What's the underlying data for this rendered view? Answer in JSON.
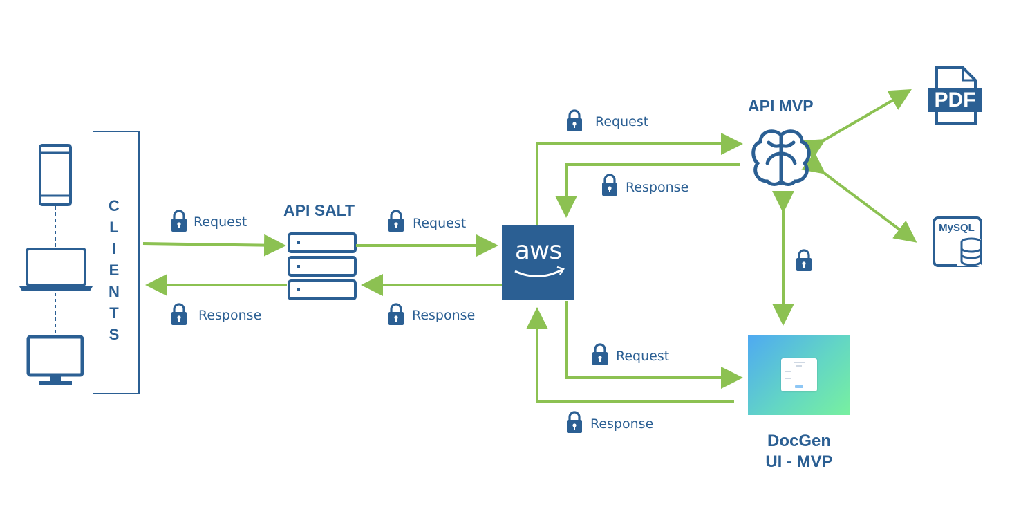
{
  "clients": {
    "letters": [
      "C",
      "L",
      "I",
      "E",
      "N",
      "T",
      "S"
    ]
  },
  "nodes": {
    "api_salt": "API SALT",
    "api_mvp": "API MVP",
    "aws": "aws",
    "docgen_line1": "DocGen",
    "docgen_line2": "UI - MVP",
    "pdf": "PDF",
    "mysql": "MySQL"
  },
  "edges": {
    "clients_request": "Request",
    "clients_response": "Response",
    "salt_request": "Request",
    "salt_response": "Response",
    "aws_mvp_request": "Request",
    "aws_mvp_response": "Response",
    "aws_docgen_request": "Request",
    "aws_docgen_response": "Response"
  },
  "colors": {
    "brand": "#2b5f93",
    "arrow": "#8cc152",
    "aws_bg": "#2b5f93"
  },
  "icons": [
    "phone-icon",
    "laptop-icon",
    "desktop-icon",
    "server-rack-icon",
    "aws-logo-icon",
    "brain-icon",
    "pdf-file-icon",
    "mysql-database-icon",
    "lock-icon"
  ]
}
